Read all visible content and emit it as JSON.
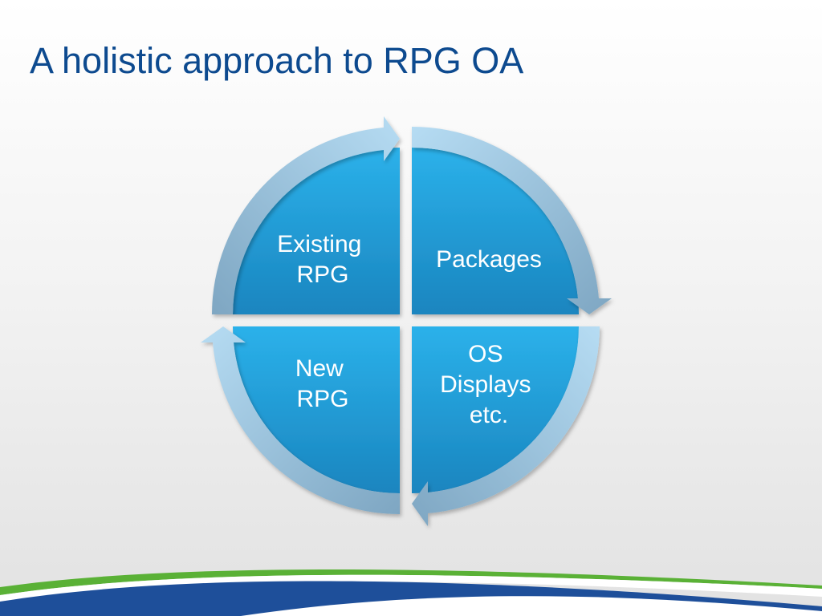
{
  "slide": {
    "title": "A holistic approach to RPG OA"
  },
  "diagram": {
    "type": "cycle",
    "quadrants": [
      {
        "id": "top-left",
        "lines": [
          "Existing",
          "RPG"
        ]
      },
      {
        "id": "top-right",
        "lines": [
          "Packages"
        ]
      },
      {
        "id": "bottom-right",
        "lines": [
          "OS",
          "Displays",
          "etc."
        ]
      },
      {
        "id": "bottom-left",
        "lines": [
          "New",
          "RPG"
        ]
      }
    ],
    "flow_direction": "clockwise"
  },
  "colors": {
    "title": "#0d4a8f",
    "quadrant_fill_top": "#2aaee6",
    "quadrant_fill_bottom": "#1a86c0",
    "arrow_light": "#a9d6f1",
    "arrow_dark": "#7aa8c8",
    "swoosh_blue": "#1e4f9a",
    "swoosh_green": "#5ab136"
  }
}
